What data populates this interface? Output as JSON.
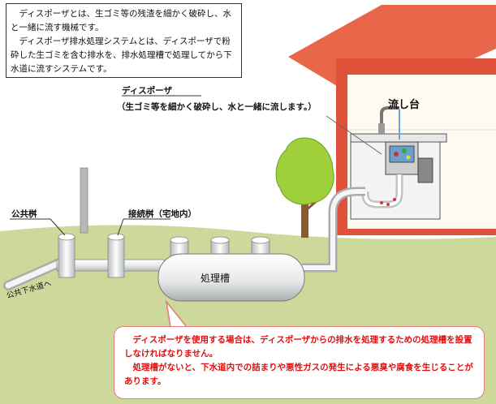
{
  "intro_box": {
    "paragraph_1": "ディスポーザとは、生ゴミ等の残渣を細かく破砕し、水と一緒に流す機械です。",
    "paragraph_2": "ディスポーザ排水処理システムとは、ディスポーザで粉砕した生ゴミを含む排水を、排水処理槽で処理してから下水道に流すシステムです。"
  },
  "labels": {
    "disposer_title": "ディスポーザ",
    "disposer_desc": "（生ゴミ等を細かく破砕し、水と一緒に流します。）",
    "sink": "流し台",
    "public_basin": "公共桝",
    "connection_basin": "接続桝（宅地内）",
    "treatment_tank": "処理槽",
    "to_sewer": "公共下水道へ"
  },
  "warning": {
    "paragraph_1": "ディスポーザを使用する場合は、ディスポーザからの排水を処理するための処理槽を設置しなければなりません。",
    "paragraph_2": "処理槽がないと、下水道内での詰まりや悪性ガスの発生による悪臭や腐食を生じることがあります。"
  },
  "colors": {
    "roof": "#e8674a",
    "house_wall": "#fffaf0",
    "house_trim": "#e0503a",
    "ground": "#cdd99a",
    "pipe": "#eef0f0",
    "tree_foliage": "#9fcf3a",
    "tree_trunk": "#8a5a2a",
    "warning_text": "#e01010"
  }
}
